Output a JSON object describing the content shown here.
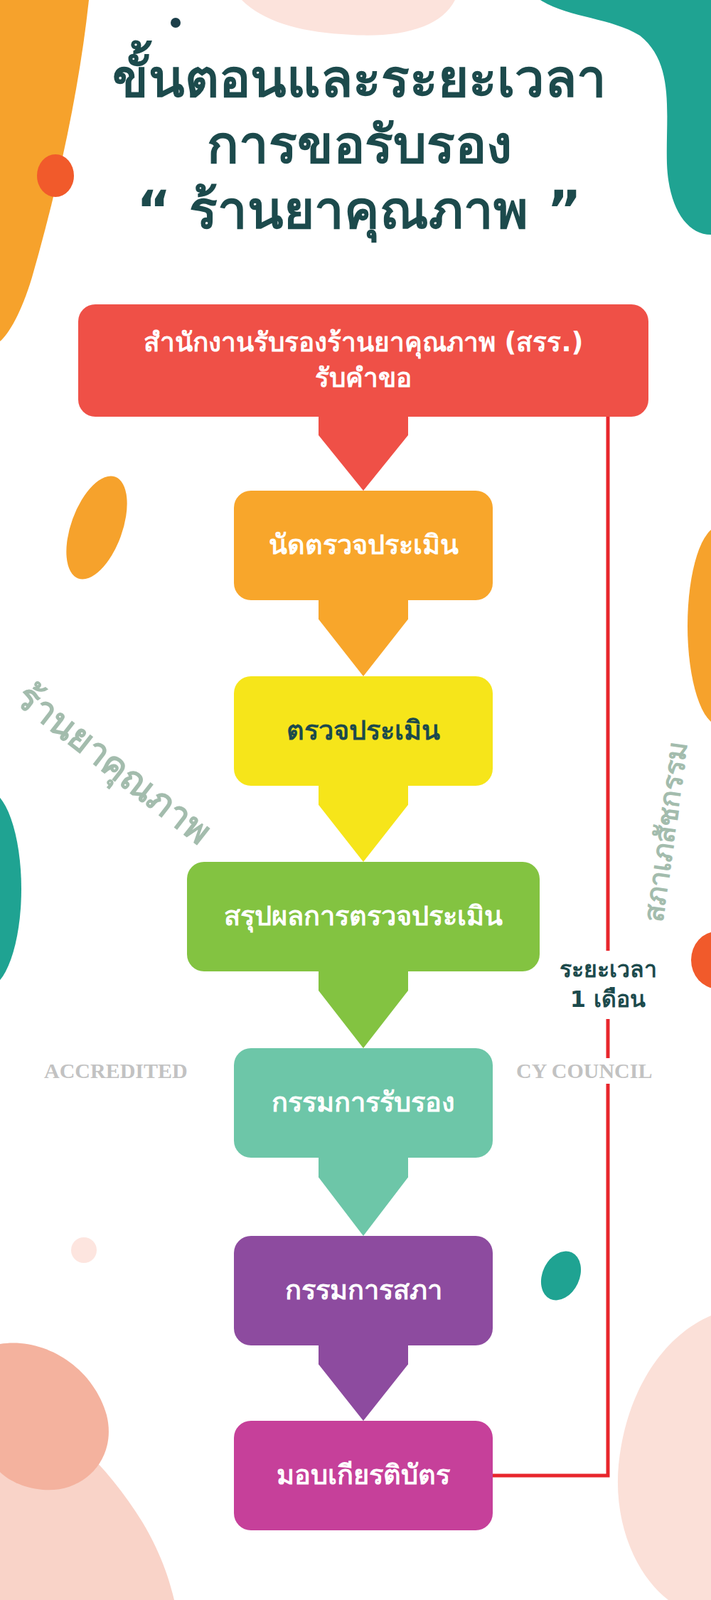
{
  "diagram": {
    "title": "ขั้นตอนและระยะเวลา การขอรับรอง “ ร้านยาคุณภาพ ”",
    "nodes": [
      {
        "text": [
          "สำนักงานรับรองร้านยาคุณภาพ (สรร.) รับคำขอ"
        ]
      },
      {
        "text": [
          "นัดตรวจประเมิน"
        ]
      },
      {
        "text": [
          "ตรวจประเมิน"
        ]
      },
      {
        "text": [
          "สรุปผลการตรวจประเมิน"
        ]
      },
      {
        "text": [
          "กรรมการรับรอง"
        ]
      },
      {
        "text": [
          "กรรมการสภา"
        ]
      },
      {
        "text": [
          "มอบเกียรติบัตร"
        ]
      }
    ],
    "edges": [
      {
        "from": 0,
        "to": 1,
        "arrow": "to"
      },
      {
        "from": 1,
        "to": 2,
        "arrow": "to"
      },
      {
        "from": 2,
        "to": 3,
        "arrow": "to"
      },
      {
        "from": 3,
        "to": 4,
        "arrow": "to"
      },
      {
        "from": 4,
        "to": 5,
        "arrow": "to"
      },
      {
        "from": 5,
        "to": 6,
        "arrow": "to"
      },
      {
        "from": 0,
        "to": 6,
        "label": "ระยะเวลา 1 เดือน",
        "arrow": "none"
      }
    ],
    "labels": [
      "ร้านยาคุณภาพ",
      "สภาเภสัชกรรม",
      "ACCREDITED",
      "CY COUNCIL"
    ]
  }
}
